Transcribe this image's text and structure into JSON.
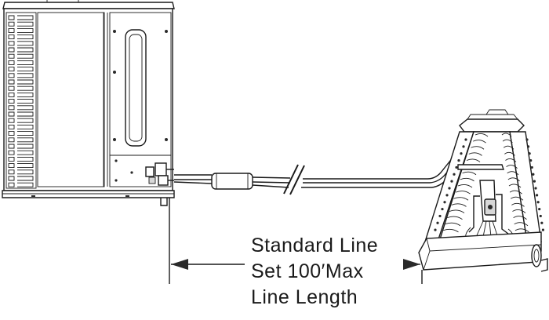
{
  "annotation": {
    "lines": [
      "Standard Line",
      "Set 100′Max",
      "Line Length"
    ]
  },
  "components": {
    "outdoor_unit": "condenser-unit-drawing",
    "indoor_unit": "a-coil-evaporator-drawing",
    "line_set": "refrigerant-line-set-drawing",
    "break_symbol": "line-break-symbol"
  }
}
